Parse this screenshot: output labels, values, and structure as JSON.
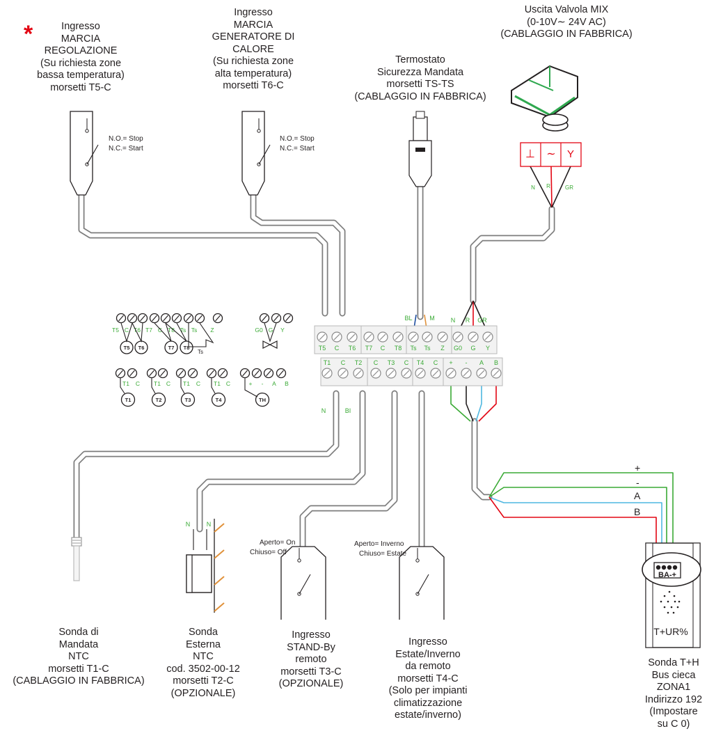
{
  "labels": {
    "t5": [
      "Ingresso",
      "MARCIA",
      "REGOLAZIONE",
      "(Su richiesta zone",
      "bassa temperatura)",
      "morsetti T5-C"
    ],
    "t6": [
      "Ingresso",
      "MARCIA",
      "GENERATORE DI",
      "CALORE",
      "(Su richiesta zone",
      "alta temperatura)",
      "morsetti T6-C"
    ],
    "ts": [
      "Termostato",
      "Sicurezza Mandata",
      "morsetti TS-TS",
      "(CABLAGGIO IN FABBRICA)"
    ],
    "mix": [
      "Uscita Valvola MIX",
      "(0-10V∼ 24V AC)",
      "(CABLAGGIO IN FABBRICA)"
    ],
    "t1": [
      "Sonda di",
      "Mandata",
      "NTC",
      "morsetti T1-C",
      "(CABLAGGIO IN FABBRICA)"
    ],
    "t2": [
      "Sonda",
      "Esterna",
      "NTC",
      "cod. 3502-00-12",
      "morsetti T2-C",
      "(OPZIONALE)"
    ],
    "t3": [
      "Ingresso",
      "STAND-By",
      "remoto",
      "morsetti T3-C",
      "(OPZIONALE)"
    ],
    "t4": [
      "Ingresso",
      "Estate/Inverno",
      "da remoto",
      "morsetti T4-C",
      "(Solo per impianti",
      "climatizzazione",
      "estate/inverno)"
    ],
    "th": [
      "Sonda T+H",
      "Bus cieca",
      "ZONA1",
      "Indirizzo 192",
      "(Impostare",
      "su  C 0)"
    ]
  },
  "switch_notes": {
    "no_stop": "N.O.= Stop",
    "nc_start": "N.C.= Start",
    "aperto_on": "Aperto= On",
    "chiuso_off": "Chiuso= Off",
    "aperto_inverno": "Aperto= Inverno",
    "chiuso_estate": "Chiuso= Estate"
  },
  "terminals": {
    "top_row": [
      "T5",
      "C",
      "T6",
      "T7",
      "C",
      "T8",
      "Ts",
      "Ts",
      "Z",
      "G0",
      "G",
      "Y"
    ],
    "bottom_row": [
      "T1",
      "C",
      "T2",
      "C",
      "T3",
      "C",
      "T4",
      "C",
      "+",
      "-",
      "A",
      "B"
    ]
  },
  "legend": {
    "top_row": [
      "T5",
      "C",
      "T6",
      "T7",
      "C",
      "T8",
      "Ts",
      "Ts",
      "Z",
      "G0",
      "G",
      "Y"
    ],
    "top_sensors": [
      "T5",
      "T6",
      "T7",
      "T8",
      "Ts"
    ],
    "bottom_row": [
      "T1",
      "C",
      "T1",
      "C",
      "T1",
      "C",
      "T1",
      "C",
      "+",
      "-",
      "A",
      "B"
    ],
    "bottom_sensors": [
      "T1",
      "T2",
      "T3",
      "T4",
      "TH"
    ]
  },
  "wire_labels": {
    "bl": "BL",
    "m": "M",
    "n": "N",
    "r": "R",
    "gr": "GR",
    "bi": "BI",
    "valve_n": "N",
    "valve_r": "R",
    "valve_gr": "GR",
    "sonda_n1": "N",
    "sonda_n2": "N"
  },
  "bus_lines": [
    "+",
    "-",
    "A",
    "B"
  ],
  "valve_block": [
    "⊥",
    "∼",
    "Y"
  ],
  "sensor_box": {
    "terminals": "BA-+",
    "label": "T+UR%"
  },
  "colors": {
    "ink": "#231f20",
    "green_text": "#3aaa35",
    "red": "#e30613",
    "green_wire": "#3aaa35",
    "cyan_wire": "#4fb7e0",
    "orange_wire": "#e0913a",
    "blue_wire": "#1d4ea0",
    "valve_body": "#2fa84f"
  }
}
